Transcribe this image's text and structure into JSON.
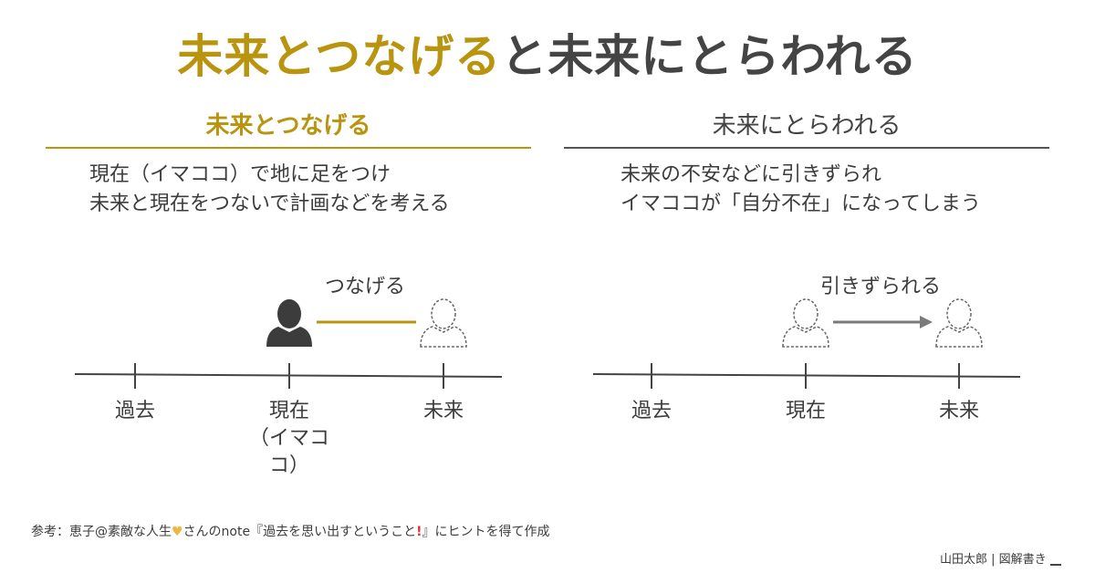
{
  "title": {
    "highlight": "未来とつなげる",
    "rest": "と未来にとらわれる"
  },
  "left": {
    "heading": "未来とつなげる",
    "desc_line1": "現在（イマココ）で地に足をつけ",
    "desc_line2": "未来と現在をつないで計画などを考える",
    "action_label": "つなげる",
    "ticks": [
      {
        "label": "過去",
        "sub": ""
      },
      {
        "label": "現在",
        "sub": "（イマココ）"
      },
      {
        "label": "未来",
        "sub": ""
      }
    ]
  },
  "right": {
    "heading": "未来にとらわれる",
    "desc_line1": "未来の不安などに引きずられ",
    "desc_line2": "イマココが「自分不在」になってしまう",
    "action_label": "引きずられる",
    "ticks": [
      {
        "label": "過去"
      },
      {
        "label": "現在"
      },
      {
        "label": "未来"
      }
    ]
  },
  "footer": {
    "prefix": "参考：恵子@素敵な人生",
    "middle": "さんのnote『過去を思い出すということ",
    "suffix": "』にヒントを得て作成"
  },
  "credit": "山田太郎 | 図解書き",
  "colors": {
    "gold": "#b8940f",
    "dark": "#444444",
    "gray_rule": "#555555",
    "arrow_gray": "#7a7a7a"
  },
  "icons": {
    "person_solid": "person-solid-icon",
    "person_outline": "person-outline-icon",
    "heart": "heart-icon",
    "exclamation": "exclamation-icon",
    "writer": "writer-icon"
  }
}
